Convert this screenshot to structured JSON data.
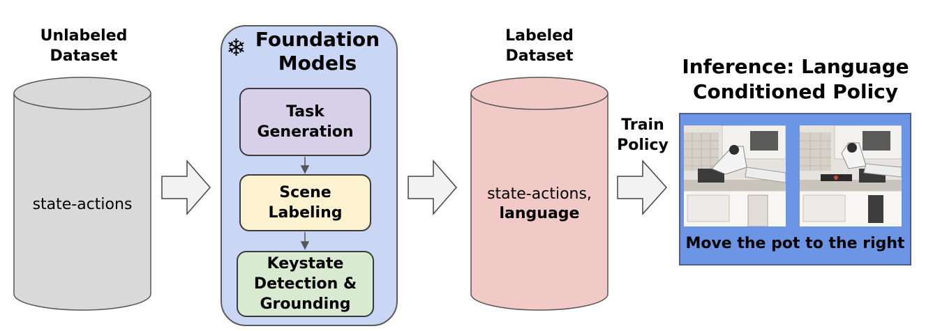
{
  "unlabeled": {
    "title": "Unlabeled\nDataset",
    "content": "state-actions"
  },
  "foundation": {
    "title": "Foundation\nModels",
    "icon": "snowflake-icon",
    "steps": [
      {
        "label": "Task\nGeneration",
        "color": "#d6d1e9"
      },
      {
        "label": "Scene\nLabeling",
        "color": "#fdf2cf"
      },
      {
        "label": "Keystate\nDetection &\nGrounding",
        "color": "#d8eacf"
      }
    ]
  },
  "labeled": {
    "title": "Labeled\nDataset",
    "content_line1": "state-actions,",
    "content_line2": "language"
  },
  "train_label": "Train\nPolicy",
  "inference": {
    "title": "Inference: Language\nConditioned Policy",
    "caption": "Move the pot to the right"
  },
  "colors": {
    "unlabeled_cylinder": "#d9d9d9",
    "labeled_cylinder": "#f1cac7",
    "foundation_panel": "#c9d7f4",
    "inference_panel": "#6d95e6",
    "arrow_fill": "#f2f2f2"
  }
}
